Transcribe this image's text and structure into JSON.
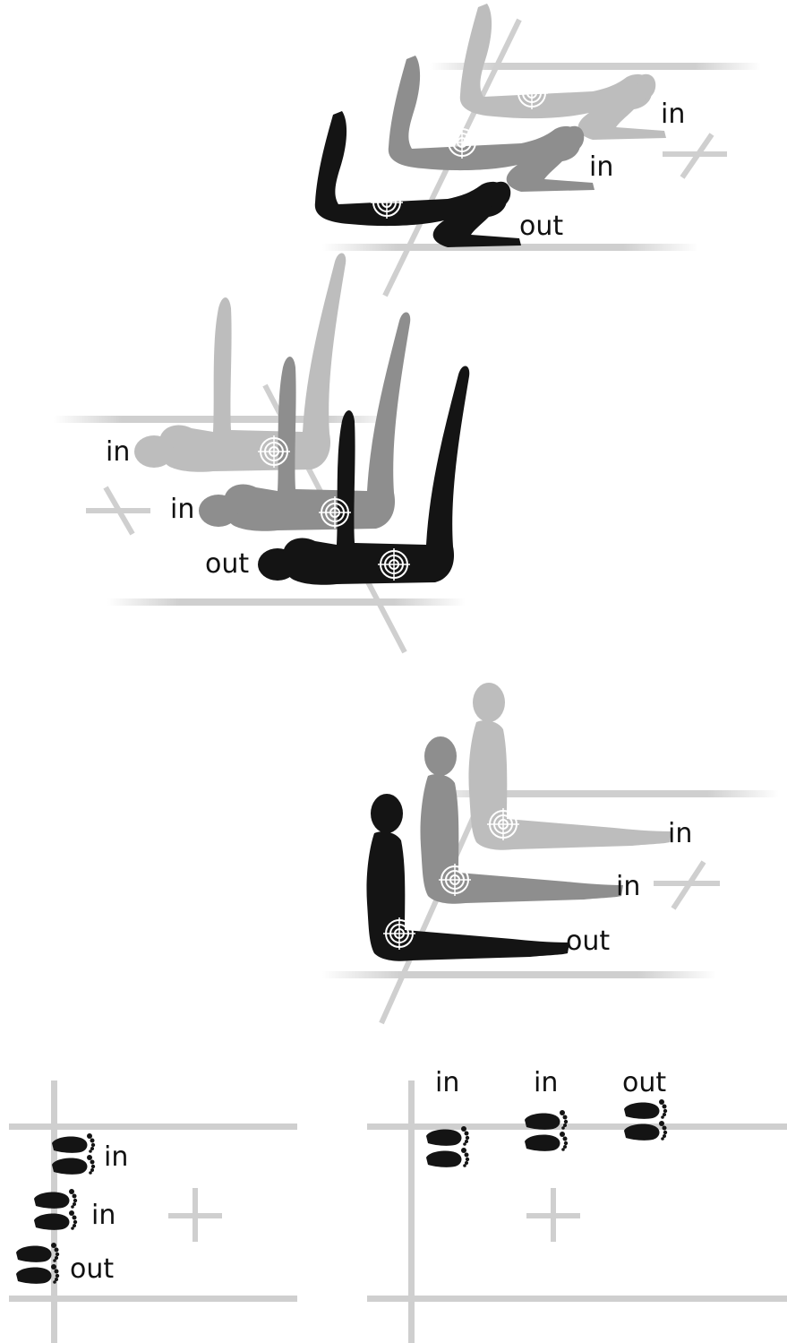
{
  "colors": {
    "light_figure": "#bdbdbd",
    "mid_figure": "#8e8e8e",
    "dark_figure": "#141414",
    "guide_line": "#cfcfcf",
    "label": "#111111"
  },
  "panels": {
    "side_view_lying": {
      "icon": "figure-lying-side",
      "labels": [
        "in",
        "in",
        "out"
      ]
    },
    "top_view_lying": {
      "icon": "figure-lying-top",
      "labels": [
        "in",
        "in",
        "out"
      ]
    },
    "side_view_sitting": {
      "icon": "figure-sitting-side",
      "labels": [
        "in",
        "in",
        "out"
      ]
    },
    "feet_vertical": {
      "icon": "footprints",
      "labels": [
        "in",
        "in",
        "out"
      ]
    },
    "feet_horizontal": {
      "icon": "footprints",
      "labels": [
        "in",
        "in",
        "out"
      ]
    }
  }
}
